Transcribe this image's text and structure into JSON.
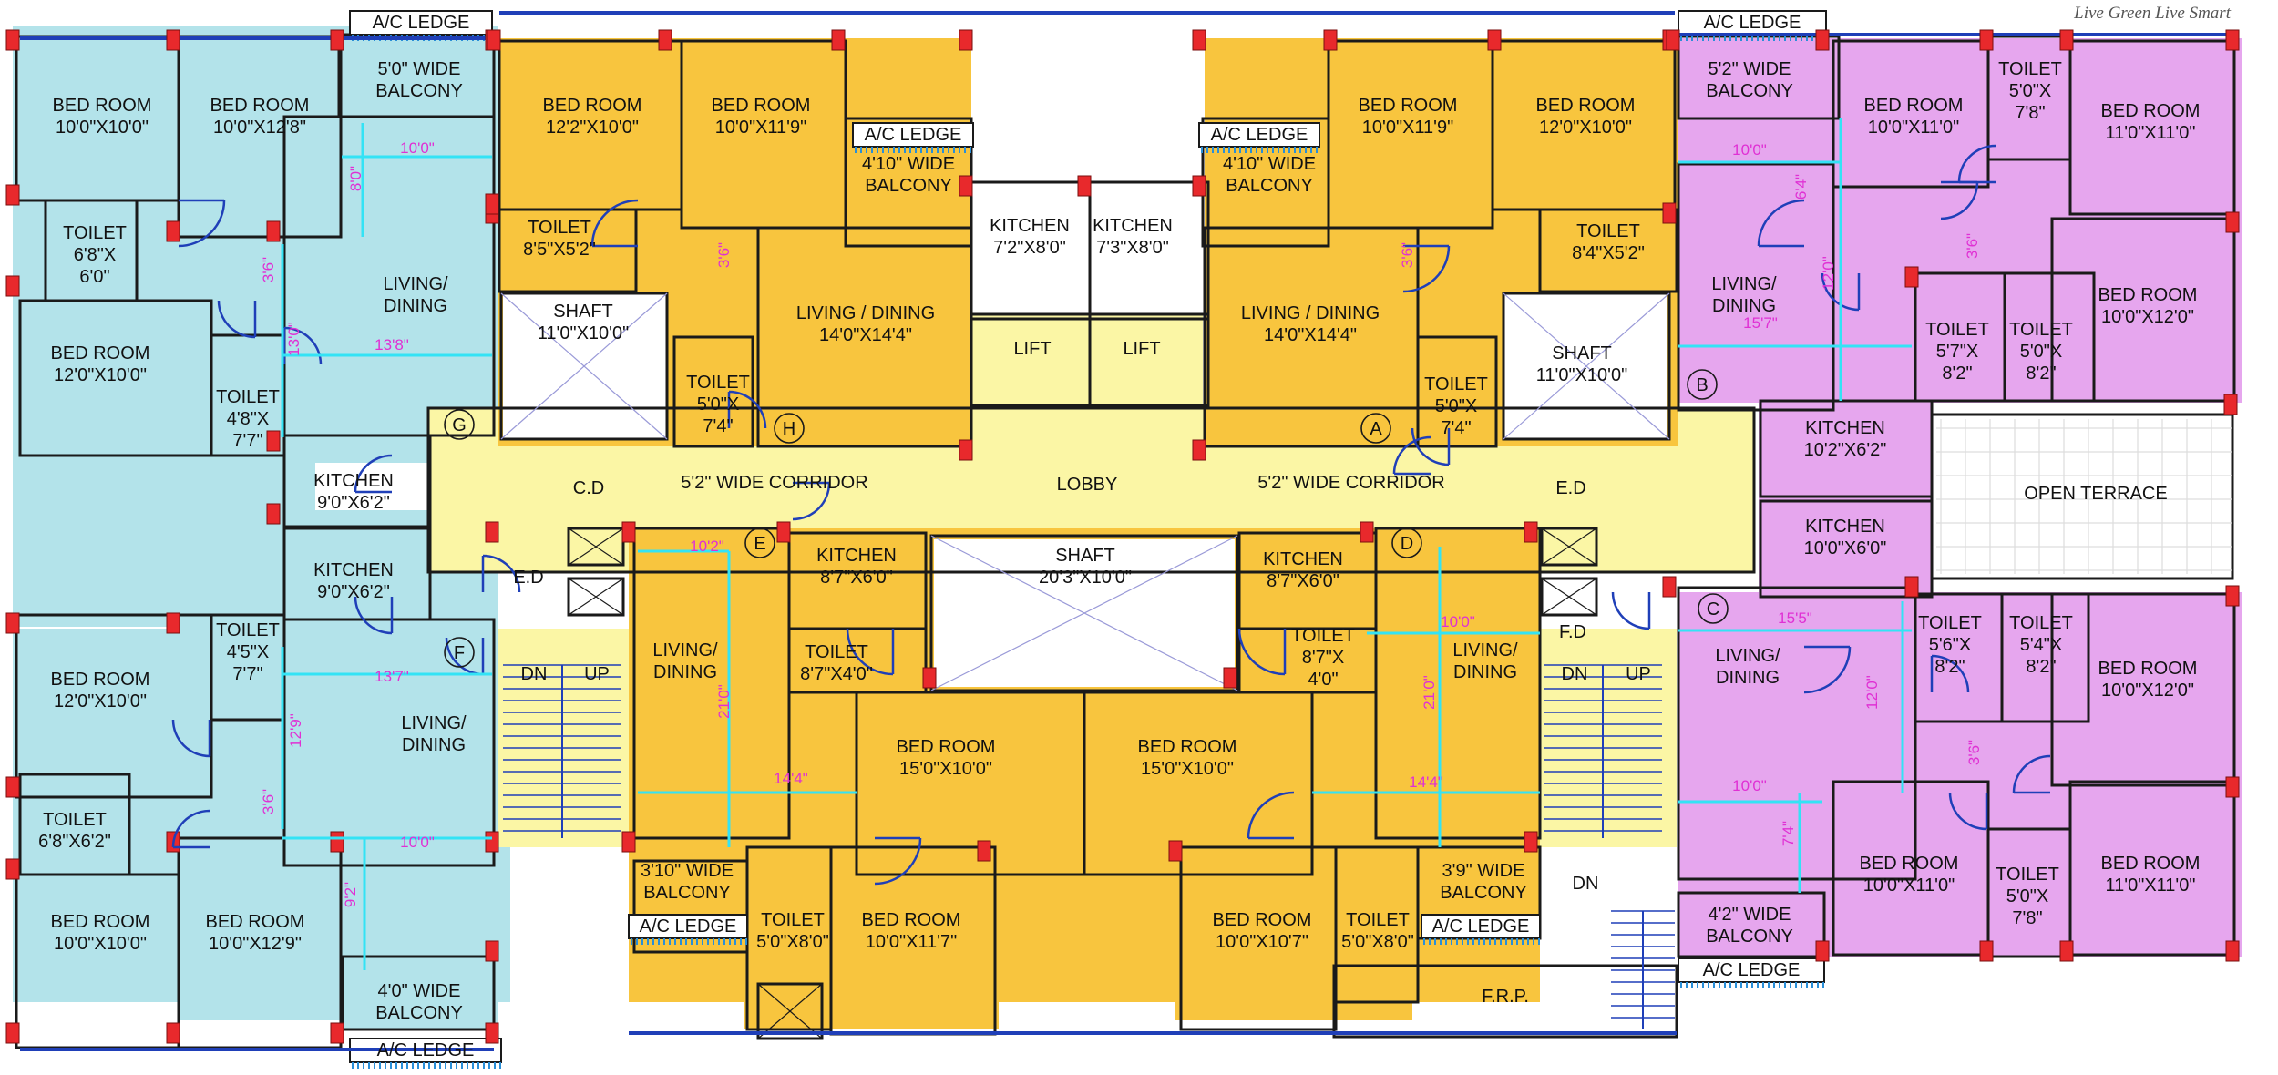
{
  "tagline": "Live Green  Live Smart",
  "colors": {
    "cyan_unit": "#b3e3ea",
    "orange_unit": "#f8c53e",
    "purple_unit": "#e6a6ee",
    "common": "#fbf6a5",
    "wall": "#1a1a1a",
    "door": "#1f3fb8",
    "dimension_line": "#33e3f5",
    "dimension_text": "#e030d4",
    "column": "#e8292c"
  },
  "rooms": [
    {
      "id": "c1-bed1",
      "lines": [
        "BED ROOM",
        "10'0\"X10'0\""
      ]
    },
    {
      "id": "c1-bed2",
      "lines": [
        "BED ROOM",
        "10'0\"X12'8\""
      ]
    },
    {
      "id": "c1-toilet1",
      "lines": [
        "TOILET",
        "6'8\"X",
        "6'0\""
      ]
    },
    {
      "id": "c1-bed3",
      "lines": [
        "BED ROOM",
        "12'0\"X10'0\""
      ]
    },
    {
      "id": "c1-toilet2",
      "lines": [
        "TOILET",
        "4'8\"X",
        "7'7\""
      ]
    },
    {
      "id": "c1-balcony",
      "lines": [
        "5'0\" WIDE",
        "BALCONY"
      ]
    },
    {
      "id": "c1-living",
      "lines": [
        "LIVING/",
        "DINING"
      ]
    },
    {
      "id": "c1-kitchen",
      "lines": [
        "KITCHEN",
        "9'0\"X6'2\""
      ]
    },
    {
      "id": "c2-kitchen",
      "lines": [
        "KITCHEN",
        "9'0\"X6'2\""
      ]
    },
    {
      "id": "c2-bed1",
      "lines": [
        "BED ROOM",
        "12'0\"X10'0\""
      ]
    },
    {
      "id": "c2-toilet1",
      "lines": [
        "TOILET",
        "4'5\"X",
        "7'7\""
      ]
    },
    {
      "id": "c2-toilet2",
      "lines": [
        "TOILET",
        "6'8\"X6'2\""
      ]
    },
    {
      "id": "c2-living",
      "lines": [
        "LIVING/",
        "DINING"
      ]
    },
    {
      "id": "c2-bed2",
      "lines": [
        "BED ROOM",
        "10'0\"X10'0\""
      ]
    },
    {
      "id": "c2-bed3",
      "lines": [
        "BED ROOM",
        "10'0\"X12'9\""
      ]
    },
    {
      "id": "c2-balcony",
      "lines": [
        "4'0\" WIDE",
        "BALCONY"
      ]
    },
    {
      "id": "o1-bed1",
      "lines": [
        "BED ROOM",
        "12'2\"X10'0\""
      ]
    },
    {
      "id": "o1-bed2",
      "lines": [
        "BED ROOM",
        "10'0\"X11'9\""
      ]
    },
    {
      "id": "o1-toilet1",
      "lines": [
        "TOILET",
        "8'5\"X5'2\""
      ]
    },
    {
      "id": "o1-balcony",
      "lines": [
        "4'10\" WIDE",
        "BALCONY"
      ]
    },
    {
      "id": "o1-kitchen",
      "lines": [
        "KITCHEN",
        "7'2\"X8'0\""
      ]
    },
    {
      "id": "shaft-left",
      "lines": [
        "SHAFT",
        "11'0\"X10'0\""
      ]
    },
    {
      "id": "o1-living",
      "lines": [
        "LIVING / DINING",
        "14'0\"X14'4\""
      ]
    },
    {
      "id": "o1-toilet2",
      "lines": [
        "TOILET",
        "5'0\"X",
        "7'4\""
      ]
    },
    {
      "id": "o2-bed1",
      "lines": [
        "BED ROOM",
        "10'0\"X11'9\""
      ]
    },
    {
      "id": "o2-bed2",
      "lines": [
        "BED ROOM",
        "12'0\"X10'0\""
      ]
    },
    {
      "id": "o2-balcony",
      "lines": [
        "4'10\" WIDE",
        "BALCONY"
      ]
    },
    {
      "id": "o2-kitchen",
      "lines": [
        "KITCHEN",
        "7'3\"X8'0\""
      ]
    },
    {
      "id": "o2-toilet1",
      "lines": [
        "TOILET",
        "8'4\"X5'2\""
      ]
    },
    {
      "id": "o2-living",
      "lines": [
        "LIVING / DINING",
        "14'0\"X14'4\""
      ]
    },
    {
      "id": "shaft-right",
      "lines": [
        "SHAFT",
        "11'0\"X10'0\""
      ]
    },
    {
      "id": "o2-toilet2",
      "lines": [
        "TOILET",
        "5'0\"X",
        "7'4\""
      ]
    },
    {
      "id": "lift1",
      "lines": [
        "LIFT"
      ]
    },
    {
      "id": "lift2",
      "lines": [
        "LIFT"
      ]
    },
    {
      "id": "corridor-left",
      "lines": [
        "5'2\" WIDE CORRIDOR"
      ]
    },
    {
      "id": "lobby",
      "lines": [
        "LOBBY"
      ]
    },
    {
      "id": "corridor-right",
      "lines": [
        "5'2\" WIDE CORRIDOR"
      ]
    },
    {
      "id": "o3-living",
      "lines": [
        "LIVING/",
        "DINING"
      ]
    },
    {
      "id": "o3-kitchen",
      "lines": [
        "KITCHEN",
        "8'7\"X6'0\""
      ]
    },
    {
      "id": "o3-toilet1",
      "lines": [
        "TOILET",
        "8'7\"X4'0\""
      ]
    },
    {
      "id": "shaft-center",
      "lines": [
        "SHAFT",
        "20'3\"X10'0\""
      ]
    },
    {
      "id": "o3-bed1",
      "lines": [
        "BED ROOM",
        "15'0\"X10'0\""
      ]
    },
    {
      "id": "o3-balcony",
      "lines": [
        "3'10\" WIDE",
        "BALCONY"
      ]
    },
    {
      "id": "o3-toilet2",
      "lines": [
        "TOILET",
        "5'0\"X8'0\""
      ]
    },
    {
      "id": "o3-bed2",
      "lines": [
        "BED ROOM",
        "10'0\"X11'7\""
      ]
    },
    {
      "id": "o4-bed1",
      "lines": [
        "BED ROOM",
        "15'0\"X10'0\""
      ]
    },
    {
      "id": "o4-kitchen",
      "lines": [
        "KITCHEN",
        "8'7\"X6'0\""
      ]
    },
    {
      "id": "o4-toilet1",
      "lines": [
        "TOILET",
        "8'7\"X",
        "4'0\""
      ]
    },
    {
      "id": "o4-living",
      "lines": [
        "LIVING/",
        "DINING"
      ]
    },
    {
      "id": "o4-bed2",
      "lines": [
        "BED ROOM",
        "10'0\"X10'7\""
      ]
    },
    {
      "id": "o4-toilet2",
      "lines": [
        "TOILET",
        "5'0\"X8'0\""
      ]
    },
    {
      "id": "o4-balcony",
      "lines": [
        "3'9\" WIDE",
        "BALCONY"
      ]
    },
    {
      "id": "p1-balcony",
      "lines": [
        "5'2\" WIDE",
        "BALCONY"
      ]
    },
    {
      "id": "p1-bed1",
      "lines": [
        "BED ROOM",
        "10'0\"X11'0\""
      ]
    },
    {
      "id": "p1-toilet1",
      "lines": [
        "TOILET",
        "5'0\"X",
        "7'8\""
      ]
    },
    {
      "id": "p1-bed2",
      "lines": [
        "BED ROOM",
        "11'0\"X11'0\""
      ]
    },
    {
      "id": "p1-living",
      "lines": [
        "LIVING/",
        "DINING"
      ]
    },
    {
      "id": "p1-toilet2",
      "lines": [
        "TOILET",
        "5'7\"X",
        "8'2\""
      ]
    },
    {
      "id": "p1-toilet3",
      "lines": [
        "TOILET",
        "5'0\"X",
        "8'2\""
      ]
    },
    {
      "id": "p1-bed3",
      "lines": [
        "BED ROOM",
        "10'0\"X12'0\""
      ]
    },
    {
      "id": "p1-kitchen",
      "lines": [
        "KITCHEN",
        "10'2\"X6'2\""
      ]
    },
    {
      "id": "open-terrace",
      "lines": [
        "OPEN TERRACE"
      ]
    },
    {
      "id": "p2-kitchen",
      "lines": [
        "KITCHEN",
        "10'0\"X6'0\""
      ]
    },
    {
      "id": "p2-living",
      "lines": [
        "LIVING/",
        "DINING"
      ]
    },
    {
      "id": "p2-toilet1",
      "lines": [
        "TOILET",
        "5'6\"X",
        "8'2\""
      ]
    },
    {
      "id": "p2-toilet2",
      "lines": [
        "TOILET",
        "5'4\"X",
        "8'2\""
      ]
    },
    {
      "id": "p2-bed1",
      "lines": [
        "BED ROOM",
        "10'0\"X12'0\""
      ]
    },
    {
      "id": "p2-bed2",
      "lines": [
        "BED ROOM",
        "10'0\"X11'0\""
      ]
    },
    {
      "id": "p2-toilet3",
      "lines": [
        "TOILET",
        "5'0\"X",
        "7'8\""
      ]
    },
    {
      "id": "p2-bed3",
      "lines": [
        "BED ROOM",
        "11'0\"X11'0\""
      ]
    },
    {
      "id": "p2-balcony",
      "lines": [
        "4'2\" WIDE",
        "BALCONY"
      ]
    },
    {
      "id": "frp",
      "lines": [
        "F.R.P."
      ]
    }
  ],
  "ledges": [
    {
      "id": "ledge-1",
      "text": "A/C LEDGE"
    },
    {
      "id": "ledge-2",
      "text": "A/C LEDGE"
    },
    {
      "id": "ledge-3",
      "text": "A/C LEDGE"
    },
    {
      "id": "ledge-4",
      "text": "A/C LEDGE"
    },
    {
      "id": "ledge-5",
      "text": "A/C LEDGE"
    },
    {
      "id": "ledge-6",
      "text": "A/C LEDGE"
    },
    {
      "id": "ledge-7",
      "text": "A/C LEDGE"
    },
    {
      "id": "ledge-8",
      "text": "A/C LEDGE"
    }
  ],
  "small_labels": [
    {
      "id": "cd",
      "text": "C.D"
    },
    {
      "id": "ed-left",
      "text": "E.D"
    },
    {
      "id": "ed-right",
      "text": "E.D"
    },
    {
      "id": "fd",
      "text": "F.D"
    },
    {
      "id": "dn-left",
      "text": "DN"
    },
    {
      "id": "up-left",
      "text": "UP"
    },
    {
      "id": "dn-right",
      "text": "DN"
    },
    {
      "id": "up-right",
      "text": "UP"
    },
    {
      "id": "dn-frp",
      "text": "DN"
    }
  ],
  "unit_markers": [
    {
      "id": "marker-a",
      "text": "A"
    },
    {
      "id": "marker-b",
      "text": "B"
    },
    {
      "id": "marker-c",
      "text": "C"
    },
    {
      "id": "marker-d",
      "text": "D"
    },
    {
      "id": "marker-e",
      "text": "E"
    },
    {
      "id": "marker-f",
      "text": "F"
    },
    {
      "id": "marker-g",
      "text": "G"
    },
    {
      "id": "marker-h",
      "text": "H"
    }
  ],
  "dimensions": [
    {
      "id": "d1",
      "text": "10'0\""
    },
    {
      "id": "d2",
      "text": "8'0\""
    },
    {
      "id": "d3",
      "text": "3'6\""
    },
    {
      "id": "d4",
      "text": "13'0\""
    },
    {
      "id": "d5",
      "text": "13'8\""
    },
    {
      "id": "d6",
      "text": "13'7\""
    },
    {
      "id": "d7",
      "text": "12'9\""
    },
    {
      "id": "d8",
      "text": "3'6\""
    },
    {
      "id": "d9",
      "text": "10'0\""
    },
    {
      "id": "d10",
      "text": "9'2\""
    },
    {
      "id": "d11",
      "text": "3'6\""
    },
    {
      "id": "d12",
      "text": "3'6\""
    },
    {
      "id": "d13",
      "text": "10'2\""
    },
    {
      "id": "d14",
      "text": "21'0\""
    },
    {
      "id": "d15",
      "text": "14'4\""
    },
    {
      "id": "d16",
      "text": "10'0\""
    },
    {
      "id": "d17",
      "text": "21'0\""
    },
    {
      "id": "d18",
      "text": "14'4\""
    },
    {
      "id": "d19",
      "text": "10'0\""
    },
    {
      "id": "d20",
      "text": "6'4\""
    },
    {
      "id": "d21",
      "text": "12'0\""
    },
    {
      "id": "d22",
      "text": "3'6\""
    },
    {
      "id": "d23",
      "text": "15'7\""
    },
    {
      "id": "d24",
      "text": "15'5\""
    },
    {
      "id": "d25",
      "text": "12'0\""
    },
    {
      "id": "d26",
      "text": "3'6\""
    },
    {
      "id": "d27",
      "text": "10'0\""
    },
    {
      "id": "d28",
      "text": "7'4\""
    }
  ]
}
